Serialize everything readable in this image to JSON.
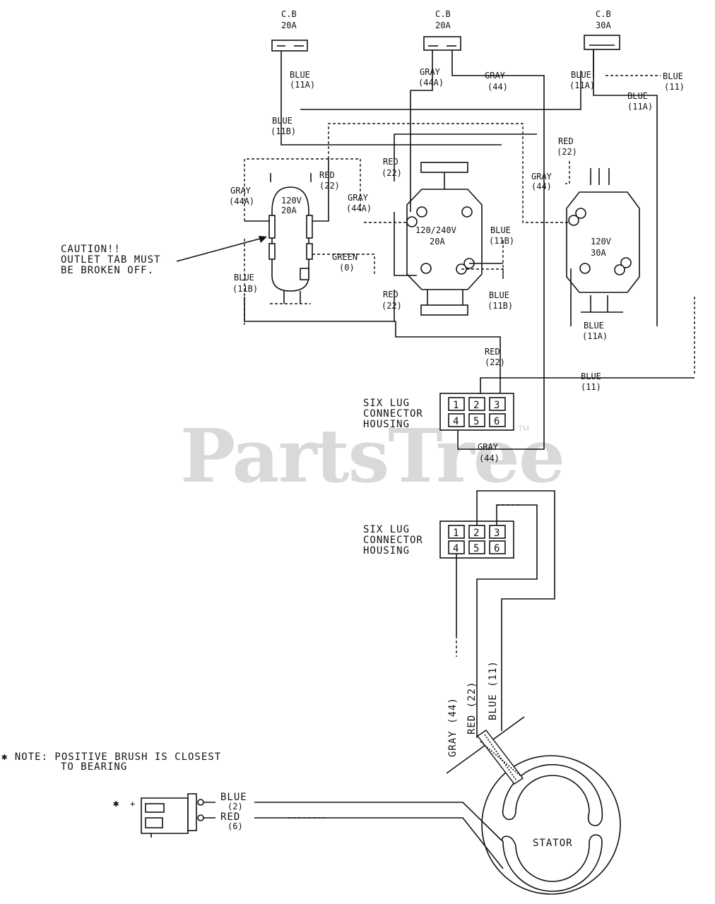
{
  "watermark": {
    "text": "PartsTree",
    "tm": "TM"
  },
  "breakers": [
    {
      "title": "C.B",
      "rating": "20A"
    },
    {
      "title": "C.B",
      "rating": "20A"
    },
    {
      "title": "C.B",
      "rating": "30A"
    }
  ],
  "wire_labels": {
    "blue_11a_a": [
      "BLUE",
      "(11A)"
    ],
    "gray_44a_top": [
      "GRAY",
      "(44A)"
    ],
    "gray_44_top": [
      "GRAY",
      "(44)"
    ],
    "blue_11a_b": [
      "BLUE",
      "(11A)"
    ],
    "blue_11_top": [
      "BLUE",
      "(11)"
    ],
    "blue_11a_c": [
      "BLUE",
      "(11A)"
    ],
    "blue_11b_top": [
      "BLUE",
      "(11B)"
    ],
    "red_22_mid": [
      "RED",
      "(22)"
    ],
    "red_22_right": [
      "RED",
      "(22)"
    ],
    "gray_44a_left": [
      "GRAY",
      "(44A)"
    ],
    "red_22_left": [
      "RED",
      "(22)"
    ],
    "gray_44a_mid": [
      "GRAY",
      "(44A)"
    ],
    "gray_44_mid": [
      "GRAY",
      "(44)"
    ],
    "blue_11b_r1": [
      "BLUE",
      "(11B)"
    ],
    "green_0": [
      "GREEN",
      "(0)"
    ],
    "blue_11b_left": [
      "BLUE",
      "(11B)"
    ],
    "red_22_low": [
      "RED",
      "(22)"
    ],
    "blue_11b_r2": [
      "BLUE",
      "(11B)"
    ],
    "blue_11a_low": [
      "BLUE",
      "(11A)"
    ],
    "red_22_conn": [
      "RED",
      "(22)"
    ],
    "blue_11_conn": [
      "BLUE",
      "(11)"
    ],
    "gray_44_conn": [
      "GRAY",
      "(44)"
    ],
    "blue_2": [
      "BLUE",
      "(2)"
    ],
    "red_6": [
      "RED",
      "(6)"
    ]
  },
  "outlets": {
    "duplex": [
      "120V",
      "20A"
    ],
    "twist": [
      "120/240V",
      "20A"
    ],
    "single": [
      "120V",
      "30A"
    ]
  },
  "caution": [
    "CAUTION!!",
    "OUTLET TAB MUST",
    "BE BROKEN OFF."
  ],
  "connectors": [
    {
      "title": [
        "SIX LUG",
        "CONNECTOR",
        "HOUSING"
      ],
      "pins": [
        "1",
        "2",
        "3",
        "4",
        "5",
        "6"
      ]
    },
    {
      "title": [
        "SIX LUG",
        "CONNECTOR",
        "HOUSING"
      ],
      "pins": [
        "1",
        "2",
        "3",
        "4",
        "5",
        "6"
      ]
    }
  ],
  "stator_leads": [
    "GRAY (44)",
    "RED (22)",
    "BLUE (11)"
  ],
  "stator_label": "STATOR",
  "note": [
    "✱ NOTE: POSITIVE BRUSH IS CLOSEST",
    "TO BEARING"
  ],
  "brush": {
    "star": "✱",
    "pole": "+"
  }
}
